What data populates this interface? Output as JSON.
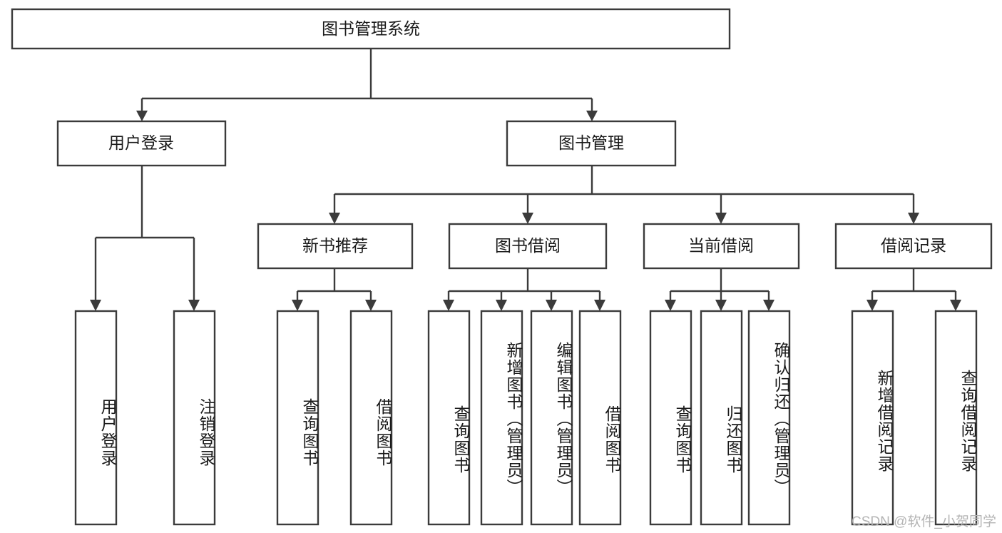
{
  "diagram": {
    "title": "图书管理系统",
    "type": "tree-hierarchy",
    "watermark": "CSDN @软件_小贺同学",
    "colors": {
      "stroke": "#3b3b3b",
      "fill": "#ffffff",
      "text": "#1a1a1a",
      "watermark": "#b4b4b4"
    },
    "root": {
      "label": "图书管理系统"
    },
    "level2": [
      {
        "label": "用户登录"
      },
      {
        "label": "图书管理"
      }
    ],
    "level3": [
      {
        "label": "新书推荐"
      },
      {
        "label": "图书借阅"
      },
      {
        "label": "当前借阅"
      },
      {
        "label": "借阅记录"
      }
    ],
    "leaves": {
      "user_login": [
        {
          "label": "用户登录"
        },
        {
          "label": "注销登录"
        }
      ],
      "new_book": [
        {
          "label": "查询图书"
        },
        {
          "label": "借阅图书"
        }
      ],
      "book_borrow": [
        {
          "label": "查询图书"
        },
        {
          "label": "新增图书（管理员）"
        },
        {
          "label": "编辑图书（管理员）"
        },
        {
          "label": "借阅图书"
        }
      ],
      "current_borrow": [
        {
          "label": "查询图书"
        },
        {
          "label": "归还图书"
        },
        {
          "label": "确认归还（管理员）"
        }
      ],
      "borrow_record": [
        {
          "label": "新增借阅记录"
        },
        {
          "label": "查询借阅记录"
        }
      ]
    }
  }
}
